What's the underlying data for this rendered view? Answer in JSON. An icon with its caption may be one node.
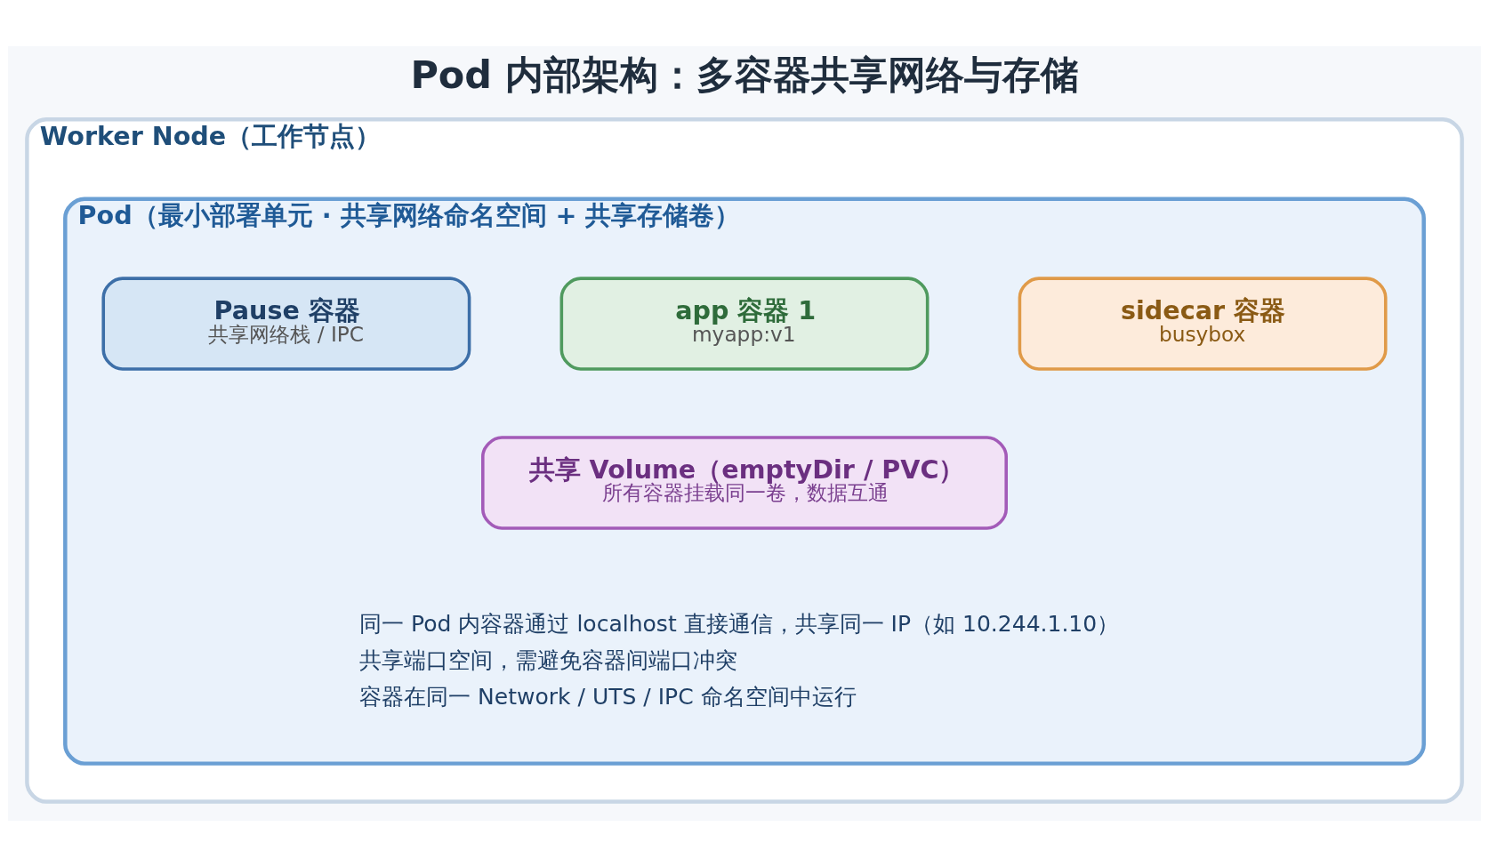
{
  "diagram": {
    "title": "Pod 内部架构：多容器共享网络与存储",
    "nodes": [
      {
        "text": [
          "Worker Node（工作节点）"
        ]
      },
      {
        "text": [
          "Pod（最小部署单元 · 共享网络命名空间 + 共享存储卷）"
        ],
        "in": 0
      },
      {
        "text": [
          "Pause 容器",
          "共享网络栈 / IPC"
        ],
        "in": 1
      },
      {
        "text": [
          "app 容器 1",
          "myapp:v1"
        ],
        "in": 1
      },
      {
        "text": [
          "sidecar 容器",
          "busybox"
        ],
        "in": 1
      },
      {
        "text": [
          "共享 Volume（emptyDir / PVC）",
          "所有容器挂载同一卷，数据互通"
        ],
        "in": 1
      }
    ],
    "edges": [],
    "labels": [
      "同一 Pod 内容器通过 localhost 直接通信，共享同一 IP（如 10.244.1.10）",
      "共享端口空间，需避免容器间端口冲突",
      "容器在同一 Network / UTS / IPC 命名空间中运行"
    ]
  }
}
